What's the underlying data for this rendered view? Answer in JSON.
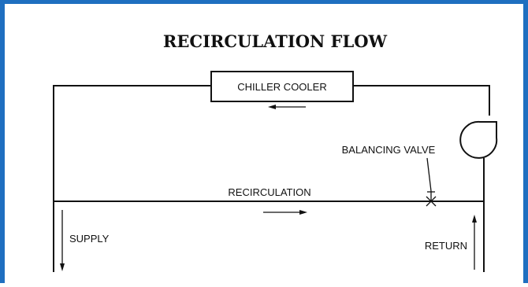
{
  "diagram": {
    "title": "RECIRCULATION FLOW",
    "labels": {
      "chiller": "CHILLER COOLER",
      "balancing_valve": "BALANCING VALVE",
      "recirculation": "RECIRCULATION",
      "supply": "SUPPLY",
      "return": "RETURN"
    },
    "colors": {
      "frame_border": "#1f6fc0",
      "line": "#111111",
      "background": "#ffffff"
    }
  }
}
